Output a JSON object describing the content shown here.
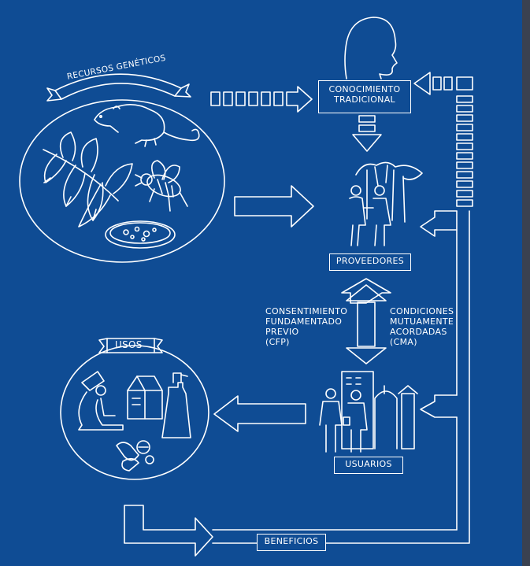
{
  "diagram": {
    "genetic_resources": "RECURSOS GENÉTICOS",
    "traditional_knowledge": "CONOCIMIENTO TRADICIONAL",
    "providers": "PROVEEDORES",
    "pic_line1": "CONSENTIMIENTO",
    "pic_line2": "FUNDAMENTADO",
    "pic_line3": "PREVIO",
    "pic_line4": "(CFP)",
    "mat_line1": "CONDICIONES",
    "mat_line2": "MUTUAMENTE",
    "mat_line3": "ACORDADAS",
    "mat_line4": "(CMA)",
    "uses": "USOS",
    "users": "USUARIOS",
    "benefits": "BENEFICIOS"
  },
  "colors": {
    "background": "#0f4c94",
    "ink": "#ffffff"
  }
}
